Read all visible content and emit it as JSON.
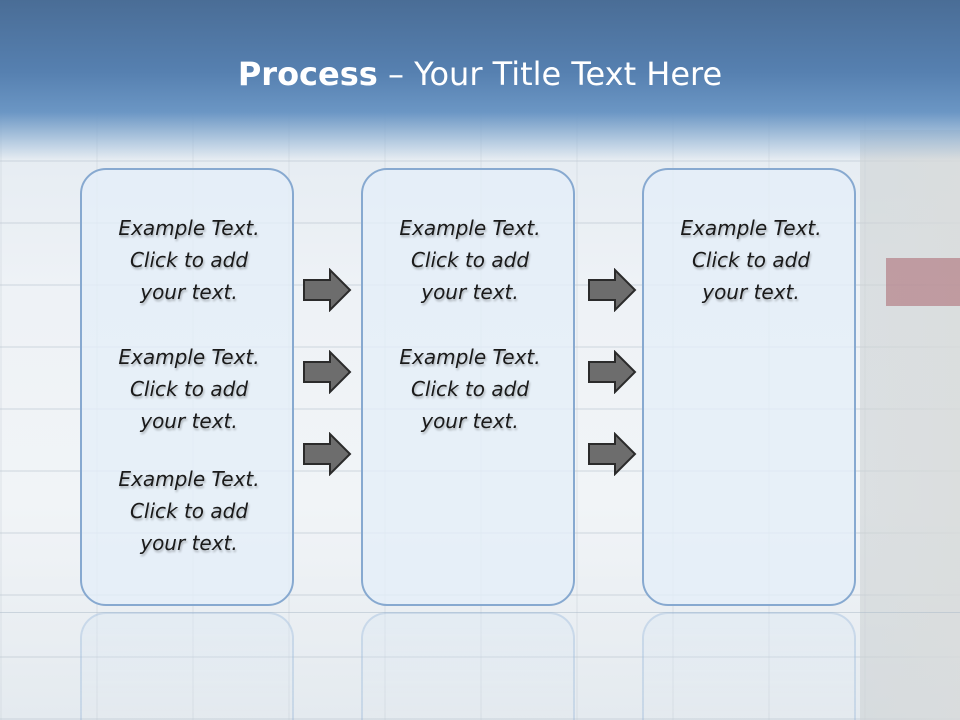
{
  "slide": {
    "title_bold": "Process",
    "title_rest": " – Your Title Text Here"
  },
  "columns": [
    {
      "blocks": [
        {
          "line1": "Example Text.",
          "line2": "Click  to add",
          "line3": "your text."
        },
        {
          "line1": "Example Text.",
          "line2": "Click  to add",
          "line3": "your text."
        },
        {
          "line1": "Example Text.",
          "line2": "Click  to add",
          "line3": "your text."
        }
      ]
    },
    {
      "blocks": [
        {
          "line1": "Example Text.",
          "line2": "Click  to add",
          "line3": "your text."
        },
        {
          "line1": "Example Text.",
          "line2": "Click  to add",
          "line3": "your text."
        }
      ]
    },
    {
      "blocks": [
        {
          "line1": "Example Text.",
          "line2": "Click  to add",
          "line3": "your text."
        }
      ]
    }
  ],
  "arrows": {
    "icon": "right-arrow-icon",
    "fill_color": "#6d6d6d",
    "stroke_color": "#2b2b2b"
  },
  "colors": {
    "header": "#5680b0",
    "box_border": "#87a9d0",
    "box_fill": "#e4eef8"
  }
}
